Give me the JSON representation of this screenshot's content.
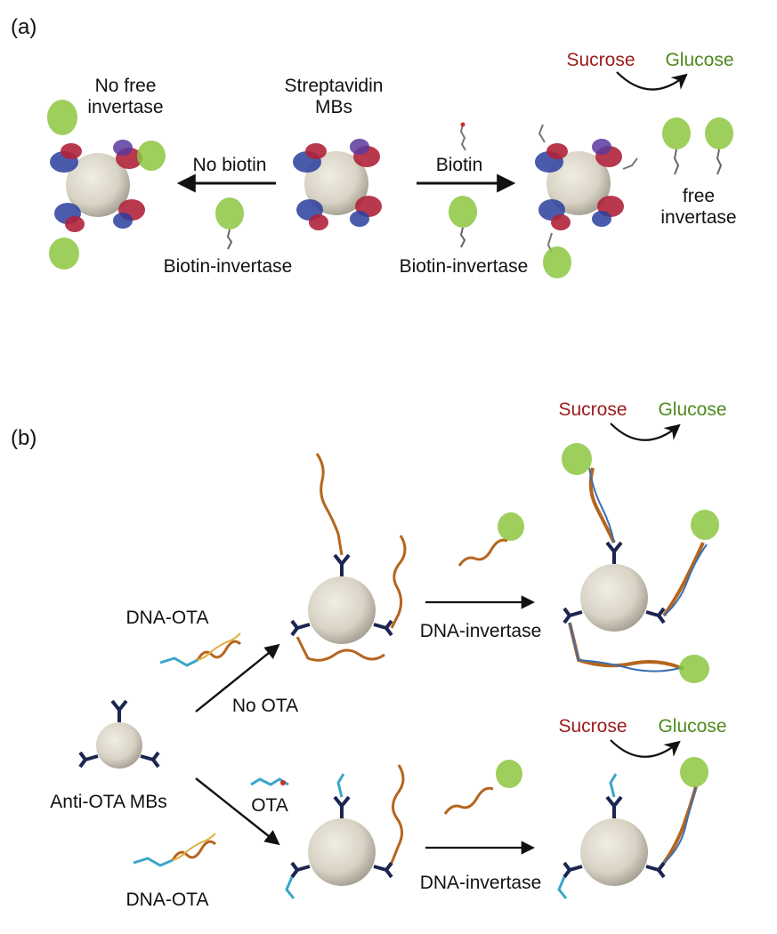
{
  "panel_a": {
    "label": "(a)",
    "no_free_line1": "No free",
    "no_free_line2": "invertase",
    "streptavidin_line1": "Streptavidin",
    "streptavidin_line2": "MBs",
    "no_biotin": "No biotin",
    "biotin": "Biotin",
    "biotin_invertase_left": "Biotin-invertase",
    "biotin_invertase_right": "Biotin-invertase",
    "free_line1": "free",
    "free_line2": "invertase",
    "sucrose": "Sucrose",
    "glucose": "Glucose"
  },
  "panel_b": {
    "label": "(b)",
    "dna_ota_top": "DNA-OTA",
    "dna_ota_bottom": "DNA-OTA",
    "anti_ota_mbs": "Anti-OTA MBs",
    "no_ota": "No OTA",
    "ota": "OTA",
    "dna_invertase_top": "DNA-invertase",
    "dna_invertase_bottom": "DNA-invertase",
    "sucrose_top": "Sucrose",
    "glucose_top": "Glucose",
    "sucrose_bottom": "Sucrose",
    "glucose_bottom": "Glucose"
  },
  "colors": {
    "sucrose": "#9b1b1b",
    "glucose": "#4f8a1c",
    "bead": "#d9d3c6",
    "antibody": "#1c2550",
    "dna_strand_a": "#b5651d",
    "dna_strand_b": "#e0b040",
    "enzyme": "#8dc63f"
  }
}
